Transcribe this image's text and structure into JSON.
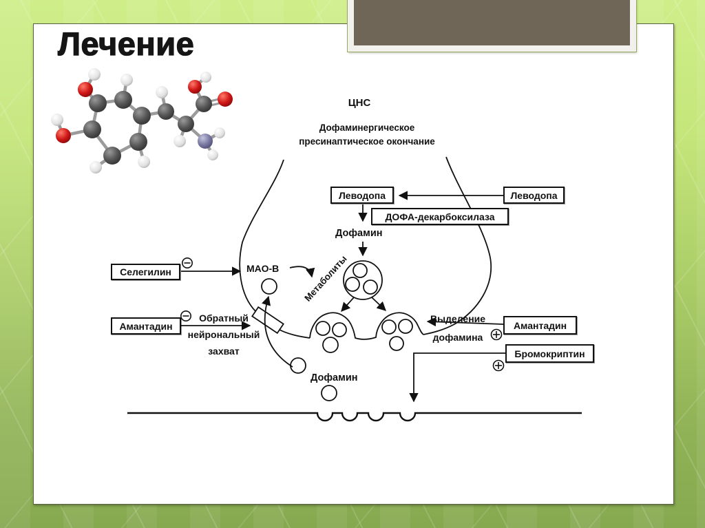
{
  "slide": {
    "title": "Лечение"
  },
  "diagram": {
    "cns_label": "ЦНС",
    "terminal_caption": "Дофаминергическое\nпресинаптическое окончание",
    "boxes": {
      "levodopa_left": "Леводопа",
      "levodopa_right": "Леводопа",
      "dopa_decarboxylase": "ДОФА-декарбоксилаза",
      "selegiline": "Селегилин",
      "amantadine_left": "Амантадин",
      "amantadine_right": "Амантадин",
      "bromocriptine": "Бромокриптин"
    },
    "labels": {
      "dopamine_upper": "Дофамин",
      "mao_b": "МАО-В",
      "metabolites": "Метаболиты",
      "reuptake": "Обратный\nнейрональный\nзахват",
      "release": "Выделение\nдофамина",
      "dopamine_lower": "Дофамин"
    },
    "symbols": {
      "inhibit": "⊖",
      "stimulate": "⊕"
    },
    "molecule_icon": "levodopa-ball-and-stick-model"
  },
  "colors": {
    "background_top": "#cfee8a",
    "background_bottom": "#86a84f",
    "photo_fill": "#6f6658",
    "slide_background": "#ffffff",
    "diagram_ink": "#111111",
    "atom_carbon": "#4a4a4a",
    "atom_oxygen": "#c01010",
    "atom_hydrogen": "#e9e9e9",
    "atom_nitrogen": "#7878a0"
  }
}
